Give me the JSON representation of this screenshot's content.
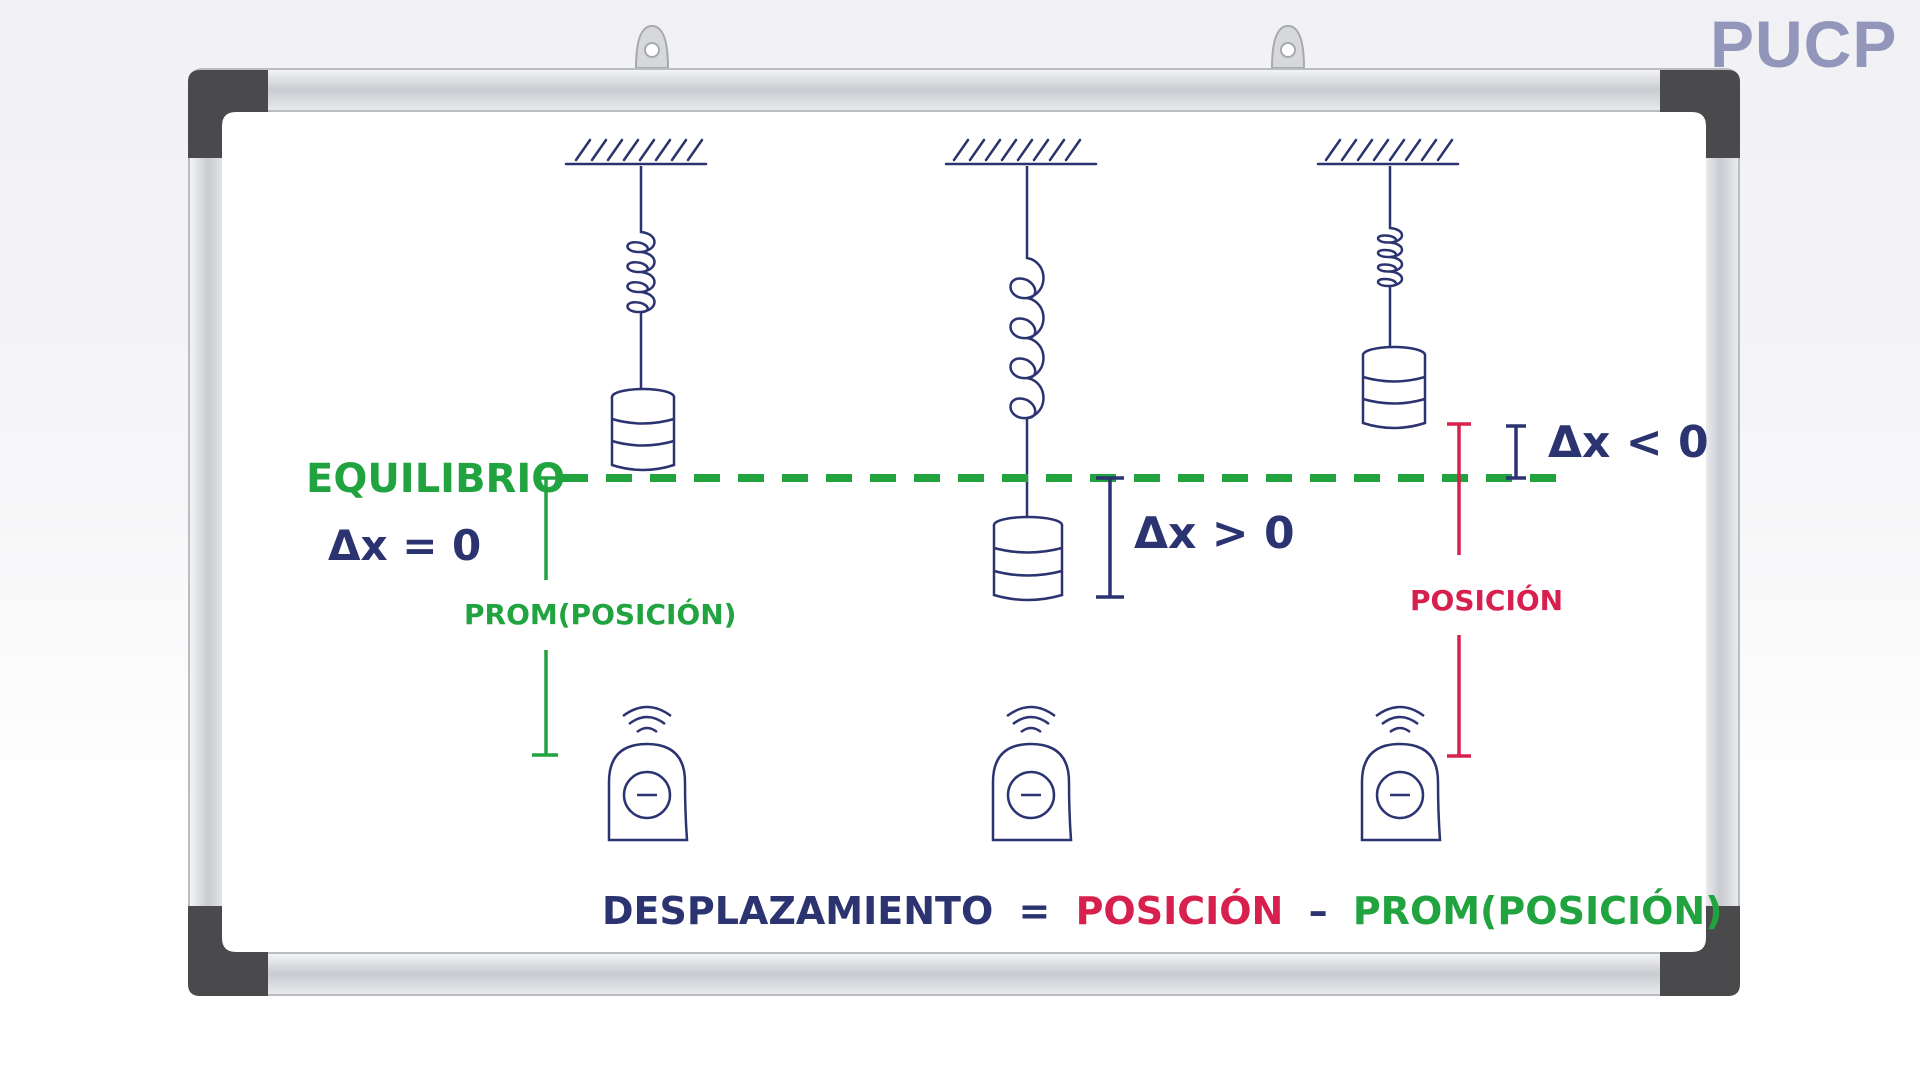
{
  "brand": {
    "logo_text": "PUCP"
  },
  "diagram": {
    "equilibrium_label": "EQUILIBRIO",
    "equilibrium_delta": "Δx = 0",
    "mean_position_label": "PROM(POSICIÓN)",
    "position_label": "POSICIÓN",
    "delta_positive": "Δx > 0",
    "delta_negative": "Δx < 0",
    "formula": {
      "lhs": "DESPLAZAMIENTO",
      "equals": "=",
      "position": "POSICIÓN",
      "minus": "–",
      "mean_position": "PROM(POSICIÓN)"
    }
  },
  "colors": {
    "ink_blue": "#2b3370",
    "green": "#21a340",
    "crimson": "#d8204f",
    "logo": "#9296bb",
    "frame_dark": "#4a4a4c",
    "frame_metal": "#cfd2d6"
  }
}
